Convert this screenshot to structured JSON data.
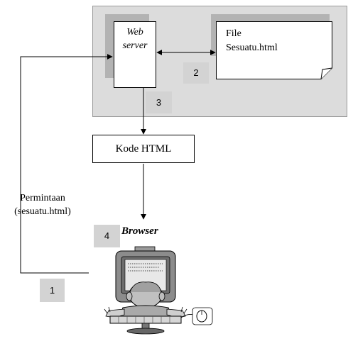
{
  "diagram": {
    "web_server": {
      "line1": "Web",
      "line2": "server"
    },
    "file": {
      "line1": "File",
      "line2": "Sesuatu.html"
    },
    "html_code": "Kode HTML",
    "request": {
      "line1": "Permintaan",
      "line2": "(sesuatu.html)"
    },
    "browser": "Browser",
    "steps": [
      "1",
      "2",
      "3",
      "4"
    ]
  }
}
